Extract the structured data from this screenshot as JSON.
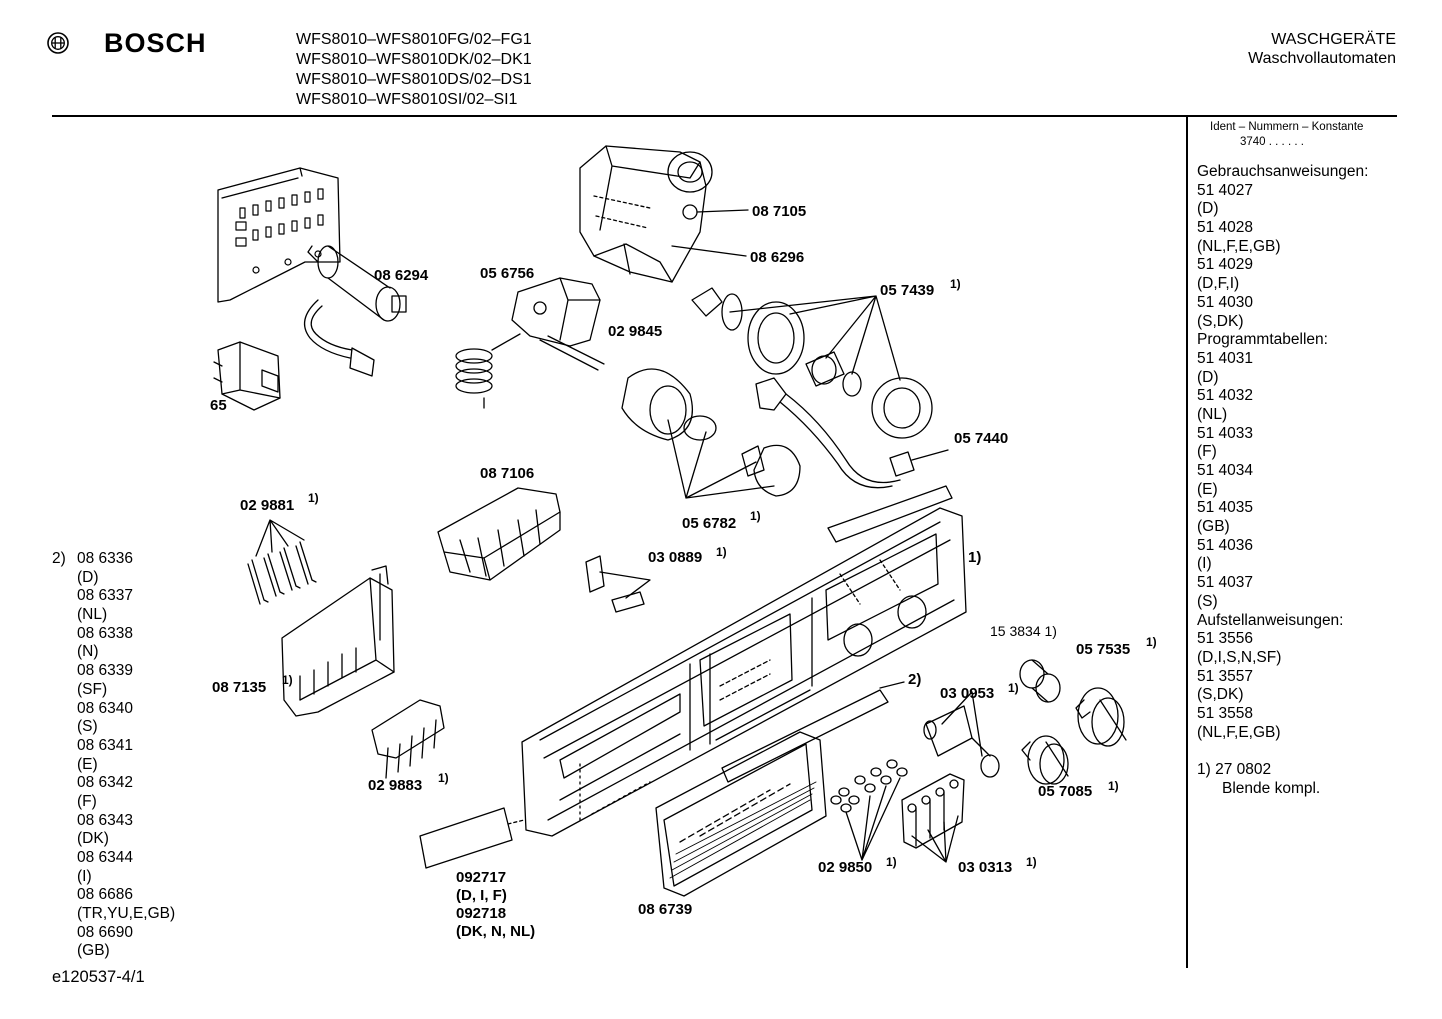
{
  "header": {
    "brand": "BOSCH",
    "models": [
      "WFS8010–WFS8010FG/02–FG1",
      "WFS8010–WFS8010DK/02–DK1",
      "WFS8010–WFS8010DS/02–DS1",
      "WFS8010–WFS8010SI/02–SI1"
    ],
    "category_title": "WASCHGERÄTE",
    "category_subtitle": "Waschvollautomaten"
  },
  "sidebar": {
    "ident_heading": "Ident – Nummern – Konstante",
    "ident_value": "3740 . . . . . .",
    "lines": [
      "Gebrauchsanweisungen:",
      "51 4027",
      "(D)",
      "51 4028",
      "(NL,F,E,GB)",
      "51 4029",
      "(D,F,I)",
      "51 4030",
      "(S,DK)",
      "Programmtabellen:",
      "51 4031",
      "(D)",
      "51 4032",
      "(NL)",
      "51 4033",
      "(F)",
      "51 4034",
      "(E)",
      "51 4035",
      "(GB)",
      "51 4036",
      "(I)",
      "51 4037",
      "(S)",
      "Aufstellanweisungen:",
      "51 3556",
      "(D,I,S,N,SF)",
      "51 3557",
      "(S,DK)",
      "51 3558",
      "(NL,F,E,GB)"
    ],
    "footnote_num": "1)  27 0802",
    "footnote_text": "Blende kompl."
  },
  "footnote2": {
    "marker": "2)",
    "lines": [
      "08 6336",
      "(D)",
      "08 6337",
      "(NL)",
      "08 6338",
      "(N)",
      "08 6339",
      "(SF)",
      "08 6340",
      "(S)",
      "08 6341",
      "(E)",
      "08 6342",
      "(F)",
      "08 6343",
      "(DK)",
      "08 6344",
      "(I)",
      "08 6686",
      "(TR,YU,E,GB)",
      "08 6690",
      "(GB)"
    ]
  },
  "document_number": "e120537-4/1",
  "parts": {
    "p087105": "08 7105",
    "p086296": "08 6296",
    "p086294": "08 6294",
    "p056756": "05 6756",
    "p057439": "05 7439",
    "p029845": "02 9845",
    "p65": "65",
    "p057440": "05 7440",
    "p087106": "08 7106",
    "p029881": "02 9881",
    "p056782": "05 6782",
    "p030889": "03 0889",
    "p1": "1)",
    "p153834": "15 3834 1)",
    "p057535": "05 7535",
    "p087135": "08 7135",
    "p2": "2)",
    "p030953": "03 0953",
    "p029883": "02 9883",
    "p057085": "05 7085",
    "p029850": "02 9850",
    "p030313": "03 0313",
    "p092717": "092717",
    "p092717c": "(D, I, F)",
    "p092718": "092718",
    "p092718c": "(DK, N, NL)",
    "p086739": "08 6739",
    "sup": "1)"
  }
}
